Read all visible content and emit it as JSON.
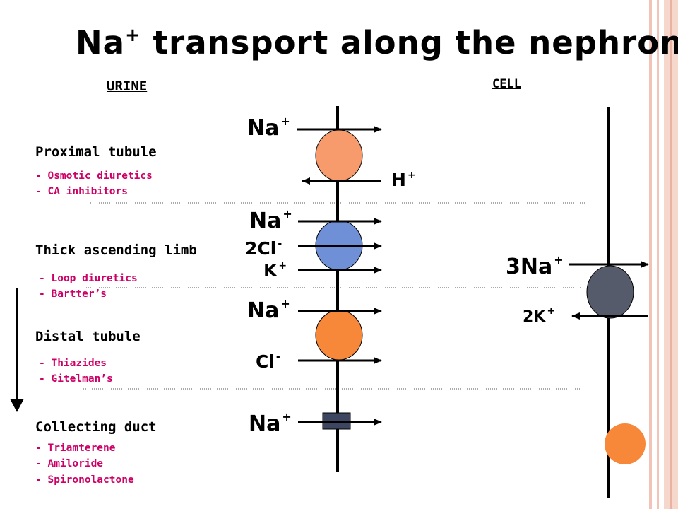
{
  "title": {
    "main": "Na",
    "sup": "+",
    "rest": " transport along the nephron"
  },
  "columns": {
    "urine": "URINE",
    "cell": "CELL"
  },
  "segments": [
    {
      "name": "Proximal tubule",
      "drugs": [
        "- Osmotic diuretics",
        "- CA inhibitors"
      ]
    },
    {
      "name": "Thick ascending limb",
      "drugs": [
        "- Loop diuretics",
        "- Bartter’s"
      ]
    },
    {
      "name": "Distal tubule",
      "drugs": [
        "- Thiazides",
        "- Gitelman’s"
      ]
    },
    {
      "name": "Collecting duct",
      "drugs": [
        "- Triamterene",
        "- Amiloride",
        "- Spironolactone"
      ]
    }
  ],
  "ions": {
    "proximal_na": {
      "base": "Na",
      "charge": "+"
    },
    "proximal_h": {
      "base": "H",
      "charge": "+"
    },
    "tal_na": {
      "base": "Na",
      "charge": "+"
    },
    "tal_cl": {
      "base": "2Cl",
      "charge": "-"
    },
    "tal_k": {
      "base": "K",
      "charge": "+"
    },
    "distal_na": {
      "base": "Na",
      "charge": "+"
    },
    "distal_cl": {
      "base": "Cl",
      "charge": "-"
    },
    "cd_na": {
      "base": "Na",
      "charge": "+"
    },
    "pump_na": {
      "base": "3Na",
      "charge": "+"
    },
    "pump_k": {
      "base": "2K",
      "charge": "+"
    }
  },
  "colors": {
    "proximal_transporter": "#f79a6c",
    "tal_transporter": "#6f8fd6",
    "distal_transporter": "#f7883a",
    "cd_channel": "#3c4660",
    "pump": "#555b6b",
    "aldosterone_circle": "#f7883a",
    "drug_text": "#cc0066",
    "border_stripe": "#f2c4b8"
  }
}
